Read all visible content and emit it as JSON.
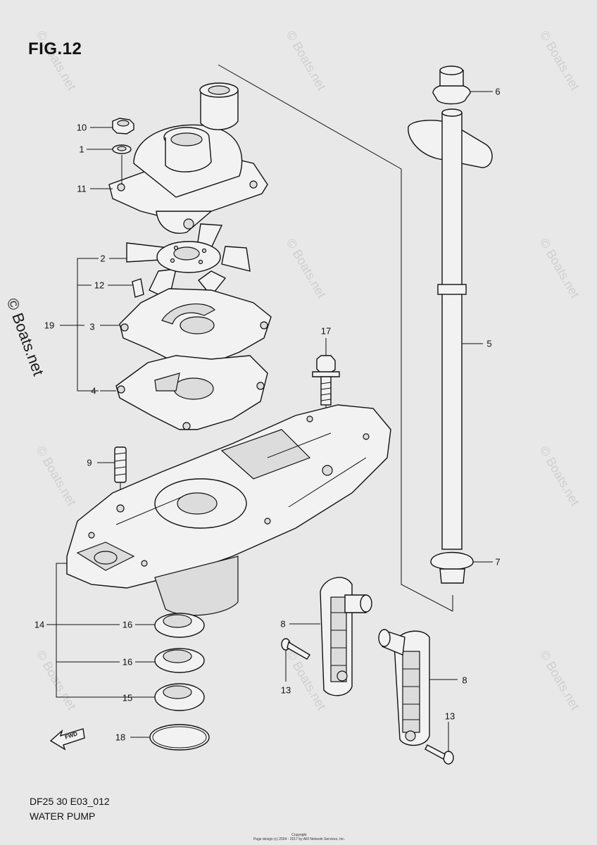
{
  "figure": {
    "title": "FIG.12",
    "code": "DF25 30 E03_012",
    "name": "WATER PUMP"
  },
  "watermark": {
    "text": "© Boats.net"
  },
  "copyright": {
    "line1": "Copyright",
    "line2": "Page design (c) 2004 - 2017 by ARI Network Services, Inc."
  },
  "fwd_label": "FWD",
  "callouts": [
    {
      "id": "c6",
      "label": "6"
    },
    {
      "id": "c10",
      "label": "10"
    },
    {
      "id": "c1",
      "label": "1"
    },
    {
      "id": "c11",
      "label": "11"
    },
    {
      "id": "c2",
      "label": "2"
    },
    {
      "id": "c12",
      "label": "12"
    },
    {
      "id": "c19",
      "label": "19"
    },
    {
      "id": "c3",
      "label": "3"
    },
    {
      "id": "c17",
      "label": "17"
    },
    {
      "id": "c5",
      "label": "5"
    },
    {
      "id": "c4",
      "label": "4"
    },
    {
      "id": "c9",
      "label": "9"
    },
    {
      "id": "c7",
      "label": "7"
    },
    {
      "id": "c8a",
      "label": "8"
    },
    {
      "id": "c14",
      "label": "14"
    },
    {
      "id": "c16a",
      "label": "16"
    },
    {
      "id": "c16b",
      "label": "16"
    },
    {
      "id": "c15",
      "label": "15"
    },
    {
      "id": "c13a",
      "label": "13"
    },
    {
      "id": "c8b",
      "label": "8"
    },
    {
      "id": "c13b",
      "label": "13"
    },
    {
      "id": "c18",
      "label": "18"
    }
  ]
}
